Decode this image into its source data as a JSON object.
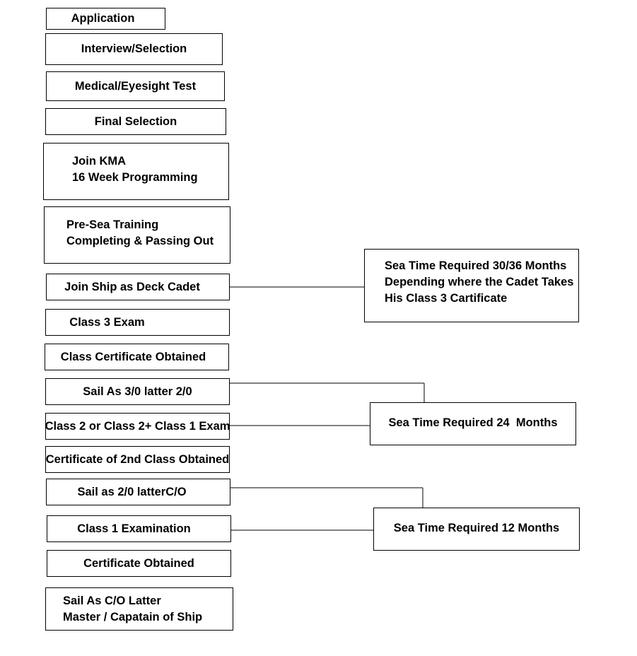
{
  "steps": {
    "application": "Application",
    "interview": "Interview/Selection",
    "medical": "Medical/Eyesight Test",
    "final_selection": "Final Selection",
    "join_kma": [
      "Join KMA",
      "16 Week Programming"
    ],
    "pre_sea": [
      "Pre-Sea Training",
      "Completing & Passing Out"
    ],
    "join_ship": "Join Ship as Deck Cadet",
    "class3_exam": "Class 3 Exam",
    "class_cert": "Class Certificate Obtained",
    "sail_3o": "Sail As 3/0 latter 2/0",
    "class2_exam": "Class 2 or Class 2+ Class 1 Exam",
    "cert_2nd": "Certificate of 2nd Class Obtained",
    "sail_2o": "Sail as 2/0 latterC/O",
    "class1_exam": "Class 1 Examination",
    "cert_obtained": "Certificate Obtained",
    "sail_co": [
      "Sail As C/O Latter",
      "Master / Capatain of  Ship"
    ]
  },
  "notes": {
    "sea_time_30_36": [
      "Sea Time Required 30/36 Months",
      "Depending where the Cadet Takes",
      "His Class 3 Cartificate"
    ],
    "sea_time_24": "Sea Time Required 24  Months",
    "sea_time_12": "Sea Time Required 12 Months"
  }
}
